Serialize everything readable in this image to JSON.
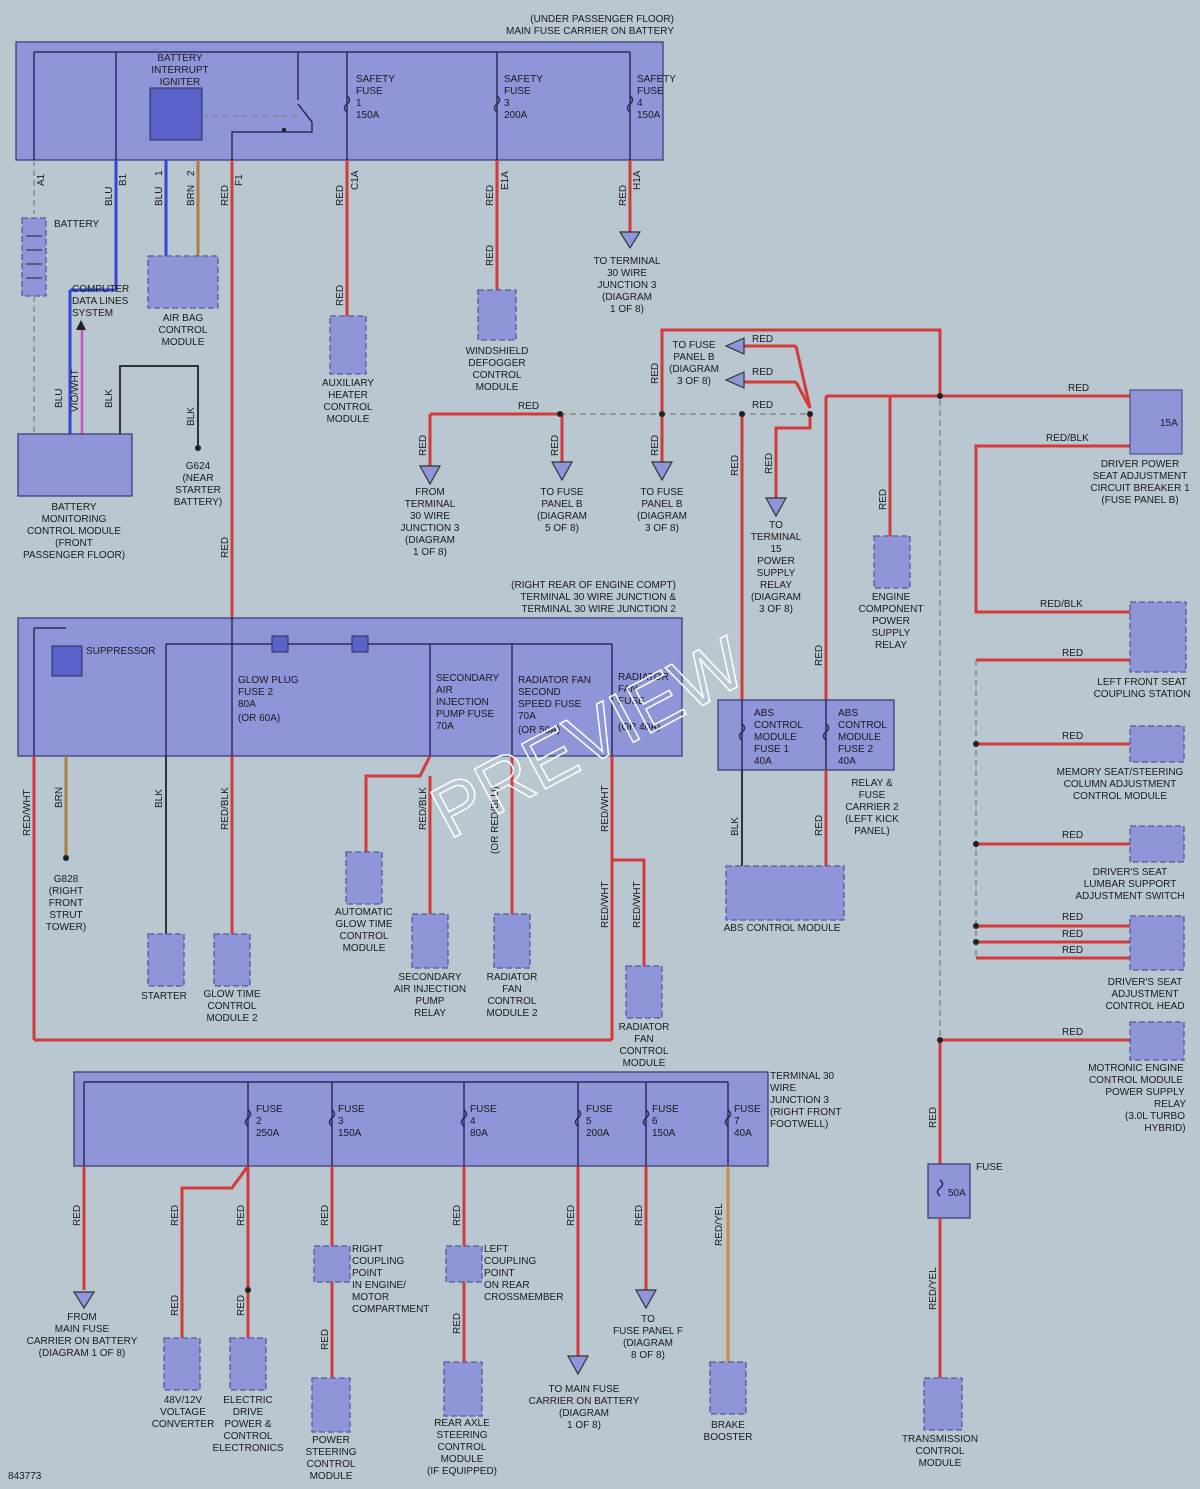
{
  "doc_number": "843773",
  "watermark": "PREVIEW",
  "top_carrier": {
    "title_line1": "(UNDER PASSENGER FLOOR)",
    "title_line2": "MAIN FUSE CARRIER ON BATTERY",
    "igniter": [
      "BATTERY",
      "INTERRUPT",
      "IGNITER"
    ],
    "fuses": [
      {
        "lines": [
          "SAFETY",
          "FUSE",
          "1",
          "150A"
        ]
      },
      {
        "lines": [
          "SAFETY",
          "FUSE",
          "3",
          "200A"
        ]
      },
      {
        "lines": [
          "SAFETY",
          "FUSE",
          "4",
          "150A"
        ]
      }
    ],
    "pins": [
      "A1",
      "B1",
      "1",
      "2",
      "F1",
      "C1A",
      "E1A",
      "H1A"
    ]
  },
  "left_components": {
    "battery": "BATTERY",
    "cdl": [
      "COMPUTER",
      "DATA LINES",
      "SYSTEM"
    ],
    "airbag": [
      "AIR BAG",
      "CONTROL",
      "MODULE"
    ],
    "aux_heater": [
      "AUXILIARY",
      "HEATER",
      "CONTROL",
      "MODULE"
    ],
    "windshield": [
      "WINDSHIELD",
      "DEFOGGER",
      "CONTROL",
      "MODULE"
    ],
    "bmcm": [
      "BATTERY",
      "MONITORING",
      "CONTROL MODULE",
      "(FRONT",
      "PASSENGER FLOOR)"
    ],
    "g624": [
      "G624",
      "(NEAR",
      "STARTER",
      "BATTERY)"
    ],
    "to_terminal30_j3": [
      "TO TERMINAL",
      "30 WIRE",
      "JUNCTION 3",
      "(DIAGRAM",
      "1 OF 8)"
    ]
  },
  "wire_colors": {
    "red": "RED",
    "blu": "BLU",
    "brn": "BRN",
    "blk": "BLK",
    "viowht": "VIO/WHT",
    "redblk": "RED/BLK",
    "redwht": "RED/WHT",
    "redyel": "RED/YEL"
  },
  "middle": {
    "fuse_panel_b_n": [
      "TO FUSE",
      "PANEL B",
      "(DIAGRAM",
      "3 OF 8)"
    ],
    "from_t30_j3": [
      "FROM",
      "TERMINAL",
      "30 WIRE",
      "JUNCTION 3",
      "(DIAGRAM",
      "1 OF 8)"
    ],
    "to_fpb_c": [
      "TO FUSE",
      "PANEL B",
      "(DIAGRAM",
      "5 OF 8)"
    ],
    "to_fpb_d": [
      "TO FUSE",
      "PANEL B",
      "(DIAGRAM",
      "3 OF 8)"
    ],
    "to_t15": [
      "TO",
      "TERMINAL",
      "15",
      "POWER",
      "SUPPLY",
      "RELAY",
      "(DIAGRAM",
      "3 OF 8)"
    ],
    "engine_relay": [
      "ENGINE",
      "COMPONENT",
      "POWER",
      "SUPPLY",
      "RELAY"
    ]
  },
  "junction2": {
    "title": [
      "(RIGHT REAR OF ENGINE COMPT)",
      "TERMINAL 30 WIRE JUNCTION &",
      "TERMINAL 30 WIRE JUNCTION 2"
    ],
    "suppressor": "SUPPRESSOR",
    "glow": [
      "GLOW PLUG",
      "FUSE 2",
      "80A",
      "(OR 60A)"
    ],
    "sec_air": [
      "SECONDARY",
      "AIR",
      "INJECTION",
      "PUMP FUSE",
      "70A"
    ],
    "rad2": [
      "RADIATOR FAN",
      "SECOND",
      "SPEED FUSE",
      "70A",
      "(OR 50A)"
    ],
    "rad1": [
      "RADIATOR",
      "FAN",
      "FUSE",
      "(OR 40A)"
    ]
  },
  "lower_left": {
    "g828": [
      "G828",
      "(RIGHT",
      "FRONT",
      "STRUT",
      "TOWER)"
    ],
    "starter": "STARTER",
    "glow_module": [
      "GLOW TIME",
      "CONTROL",
      "MODULE 2"
    ],
    "auto_glow": [
      "AUTOMATIC",
      "GLOW TIME",
      "CONTROL",
      "MODULE"
    ],
    "sec_relay": [
      "SECONDARY",
      "AIR INJECTION",
      "PUMP",
      "RELAY"
    ],
    "rad_module2": [
      "RADIATOR",
      "FAN",
      "CONTROL",
      "MODULE 2"
    ],
    "rad_module": [
      "RADIATOR",
      "FAN",
      "CONTROL",
      "MODULE"
    ],
    "or_redblu": "(OR RED/BLU)"
  },
  "abs": {
    "fuse1": [
      "ABS",
      "CONTROL",
      "MODULE",
      "FUSE 1",
      "40A"
    ],
    "fuse2": [
      "ABS",
      "CONTROL",
      "MODULE",
      "FUSE 2",
      "40A"
    ],
    "carrier": [
      "RELAY &",
      "FUSE",
      "CARRIER 2",
      "(LEFT KICK",
      "PANEL)"
    ],
    "module": "ABS CONTROL MODULE"
  },
  "right": {
    "breaker": [
      "DRIVER POWER",
      "SEAT ADJUSTMENT",
      "CIRCUIT BREAKER 1",
      "(FUSE PANEL B)"
    ],
    "breaker_rating": "15A",
    "coupling": [
      "LEFT FRONT SEAT",
      "COUPLING STATION"
    ],
    "memory": [
      "MEMORY SEAT/STEERING",
      "COLUMN ADJUSTMENT",
      "CONTROL MODULE"
    ],
    "lumbar": [
      "DRIVER'S SEAT",
      "LUMBAR SUPPORT",
      "ADJUSTMENT SWITCH"
    ],
    "seat_head": [
      "DRIVER'S SEAT",
      "ADJUSTMENT",
      "CONTROL HEAD"
    ],
    "motronic": [
      "MOTRONIC ENGINE",
      "CONTROL MODULE",
      "POWER SUPPLY",
      "RELAY",
      "(3.0L TURBO",
      "HYBRID)"
    ],
    "fuse_label": "FUSE",
    "fuse_rating": "50A",
    "tcm": [
      "TRANSMISSION",
      "CONTROL",
      "MODULE"
    ]
  },
  "junction3": {
    "title": [
      "TERMINAL 30",
      "WIRE",
      "JUNCTION 3",
      "(RIGHT FRONT",
      "FOOTWELL)"
    ],
    "fuses": [
      {
        "lines": [
          "FUSE",
          "2",
          "250A"
        ]
      },
      {
        "lines": [
          "FUSE",
          "3",
          "150A"
        ]
      },
      {
        "lines": [
          "FUSE",
          "4",
          "80A"
        ]
      },
      {
        "lines": [
          "FUSE",
          "5",
          "200A"
        ]
      },
      {
        "lines": [
          "FUSE",
          "6",
          "150A"
        ]
      },
      {
        "lines": [
          "FUSE",
          "7",
          "40A"
        ]
      }
    ]
  },
  "bottom": {
    "from_main": [
      "FROM",
      "MAIN FUSE",
      "CARRIER ON BATTERY",
      "(DIAGRAM 1 OF 8)"
    ],
    "converter": [
      "48V/12V",
      "VOLTAGE",
      "CONVERTER"
    ],
    "edrive": [
      "ELECTRIC",
      "DRIVE",
      "POWER &",
      "CONTROL",
      "ELECTRONICS"
    ],
    "right_cp": [
      "RIGHT",
      "COUPLING",
      "POINT",
      "IN ENGINE/",
      "MOTOR",
      "COMPARTMENT"
    ],
    "left_cp": [
      "LEFT",
      "COUPLING",
      "POINT",
      "ON REAR",
      "CROSSMEMBER"
    ],
    "power_steering": [
      "POWER",
      "STEERING",
      "CONTROL",
      "MODULE"
    ],
    "rear_axle": [
      "REAR AXLE",
      "STEERING",
      "CONTROL",
      "MODULE",
      "(IF EQUIPPED)"
    ],
    "to_main": [
      "TO MAIN FUSE",
      "CARRIER ON BATTERY",
      "(DIAGRAM",
      "1 OF 8)"
    ],
    "to_fpf": [
      "TO",
      "FUSE PANEL F",
      "(DIAGRAM",
      "8 OF 8)"
    ],
    "brake": [
      "BRAKE",
      "BOOSTER"
    ]
  }
}
